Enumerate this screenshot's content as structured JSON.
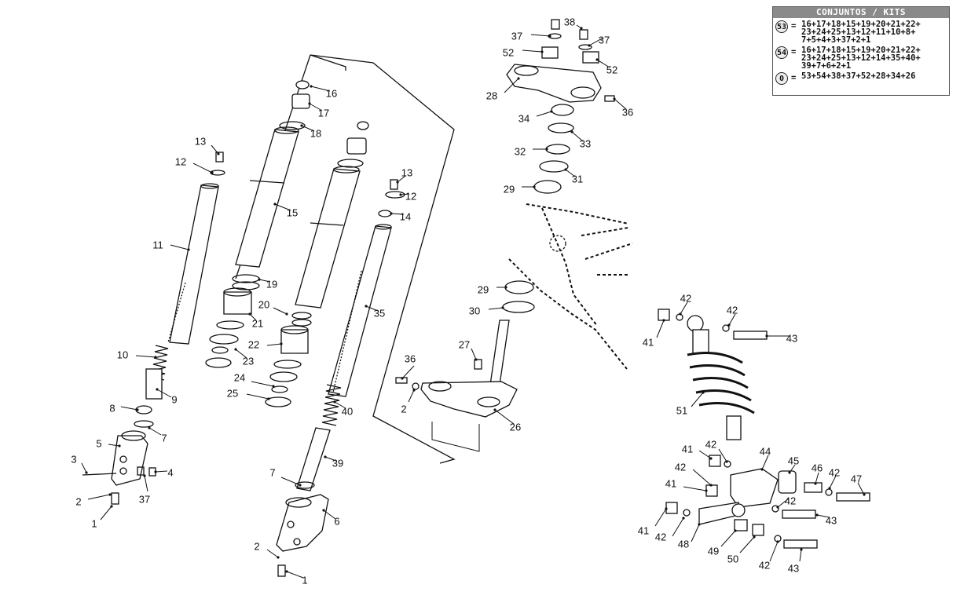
{
  "kits": {
    "title": "CONJUNTOS / KITS",
    "rows": [
      {
        "badge": "53",
        "eq": "=",
        "lines": [
          "16+17+18+15+19+20+21+22+",
          "23+24+25+13+12+11+10+8+",
          "7+5+4+3+37+2+1"
        ]
      },
      {
        "badge": "54",
        "eq": "=",
        "lines": [
          "16+17+18+15+19+20+21+22+",
          "23+24+25+13+12+14+35+40+",
          "39+7+6+2+1"
        ]
      },
      {
        "badge": "0",
        "eq": "=",
        "lines": [
          "53+54+38+37+52+28+34+26"
        ]
      }
    ]
  },
  "callouts": [
    {
      "id": "13",
      "text": "13"
    },
    {
      "id": "12",
      "text": "12"
    },
    {
      "id": "11",
      "text": "11"
    },
    {
      "id": "10",
      "text": "10"
    },
    {
      "id": "9",
      "text": "9"
    },
    {
      "id": "8",
      "text": "8"
    },
    {
      "id": "7",
      "text": "7"
    },
    {
      "id": "5",
      "text": "5"
    },
    {
      "id": "3",
      "text": "3"
    },
    {
      "id": "4",
      "text": "4"
    },
    {
      "id": "37",
      "text": "37"
    },
    {
      "id": "2",
      "text": "2"
    },
    {
      "id": "1",
      "text": "1"
    },
    {
      "id": "16",
      "text": "16"
    },
    {
      "id": "17",
      "text": "17"
    },
    {
      "id": "18",
      "text": "18"
    },
    {
      "id": "15",
      "text": "15"
    },
    {
      "id": "19",
      "text": "19"
    },
    {
      "id": "20",
      "text": "20"
    },
    {
      "id": "21",
      "text": "21"
    },
    {
      "id": "22",
      "text": "22"
    },
    {
      "id": "23",
      "text": "23"
    },
    {
      "id": "24",
      "text": "24"
    },
    {
      "id": "25",
      "text": "25"
    },
    {
      "id": "13b",
      "text": "13"
    },
    {
      "id": "12b",
      "text": "12"
    },
    {
      "id": "14",
      "text": "14"
    },
    {
      "id": "35",
      "text": "35"
    },
    {
      "id": "40",
      "text": "40"
    },
    {
      "id": "39",
      "text": "39"
    },
    {
      "id": "7b",
      "text": "7"
    },
    {
      "id": "6",
      "text": "6"
    },
    {
      "id": "2b",
      "text": "2"
    },
    {
      "id": "1b",
      "text": "1"
    },
    {
      "id": "38",
      "text": "38"
    },
    {
      "id": "37b",
      "text": "37"
    },
    {
      "id": "37c",
      "text": "37"
    },
    {
      "id": "52",
      "text": "52"
    },
    {
      "id": "52b",
      "text": "52"
    },
    {
      "id": "28",
      "text": "28"
    },
    {
      "id": "36",
      "text": "36"
    },
    {
      "id": "34",
      "text": "34"
    },
    {
      "id": "33",
      "text": "33"
    },
    {
      "id": "32",
      "text": "32"
    },
    {
      "id": "31",
      "text": "31"
    },
    {
      "id": "29",
      "text": "29"
    },
    {
      "id": "29b",
      "text": "29"
    },
    {
      "id": "30",
      "text": "30"
    },
    {
      "id": "27",
      "text": "27"
    },
    {
      "id": "36b",
      "text": "36"
    },
    {
      "id": "2c",
      "text": "2"
    },
    {
      "id": "26",
      "text": "26"
    },
    {
      "id": "42",
      "text": "42"
    },
    {
      "id": "42b",
      "text": "42"
    },
    {
      "id": "41",
      "text": "41"
    },
    {
      "id": "43",
      "text": "43"
    },
    {
      "id": "51",
      "text": "51"
    },
    {
      "id": "41b",
      "text": "41"
    },
    {
      "id": "42c",
      "text": "42"
    },
    {
      "id": "44",
      "text": "44"
    },
    {
      "id": "45",
      "text": "45"
    },
    {
      "id": "46",
      "text": "46"
    },
    {
      "id": "42d",
      "text": "42"
    },
    {
      "id": "47",
      "text": "47"
    },
    {
      "id": "41c",
      "text": "41"
    },
    {
      "id": "42e",
      "text": "42"
    },
    {
      "id": "42f",
      "text": "42"
    },
    {
      "id": "43b",
      "text": "43"
    },
    {
      "id": "41d",
      "text": "41"
    },
    {
      "id": "42g",
      "text": "42"
    },
    {
      "id": "48",
      "text": "48"
    },
    {
      "id": "49",
      "text": "49"
    },
    {
      "id": "50",
      "text": "50"
    },
    {
      "id": "42h",
      "text": "42"
    },
    {
      "id": "43c",
      "text": "43"
    }
  ]
}
